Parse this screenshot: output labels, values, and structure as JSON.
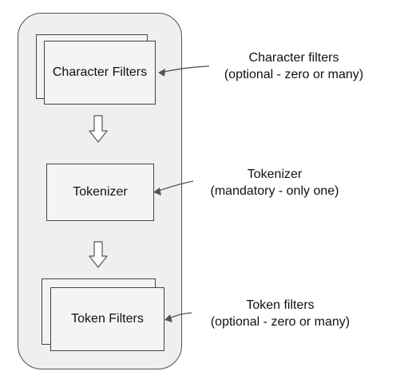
{
  "diagram": {
    "stages": [
      {
        "label": "Character Filters",
        "stacked": true,
        "callout": {
          "title": "Character filters",
          "detail": "(optional - zero or many)"
        }
      },
      {
        "label": "Tokenizer",
        "stacked": false,
        "callout": {
          "title": "Tokenizer",
          "detail": "(mandatory - only one)"
        }
      },
      {
        "label": "Token Filters",
        "stacked": true,
        "callout": {
          "title": "Token filters",
          "detail": "(optional - zero or many)"
        }
      }
    ],
    "flow": [
      "down-arrow-icon",
      "down-arrow-icon"
    ],
    "colors": {
      "panel_fill": "#efefef",
      "panel_stroke": "#505050",
      "box_fill": "#f4f4f4",
      "box_stroke": "#444444",
      "arrow_stroke": "#555555"
    }
  }
}
